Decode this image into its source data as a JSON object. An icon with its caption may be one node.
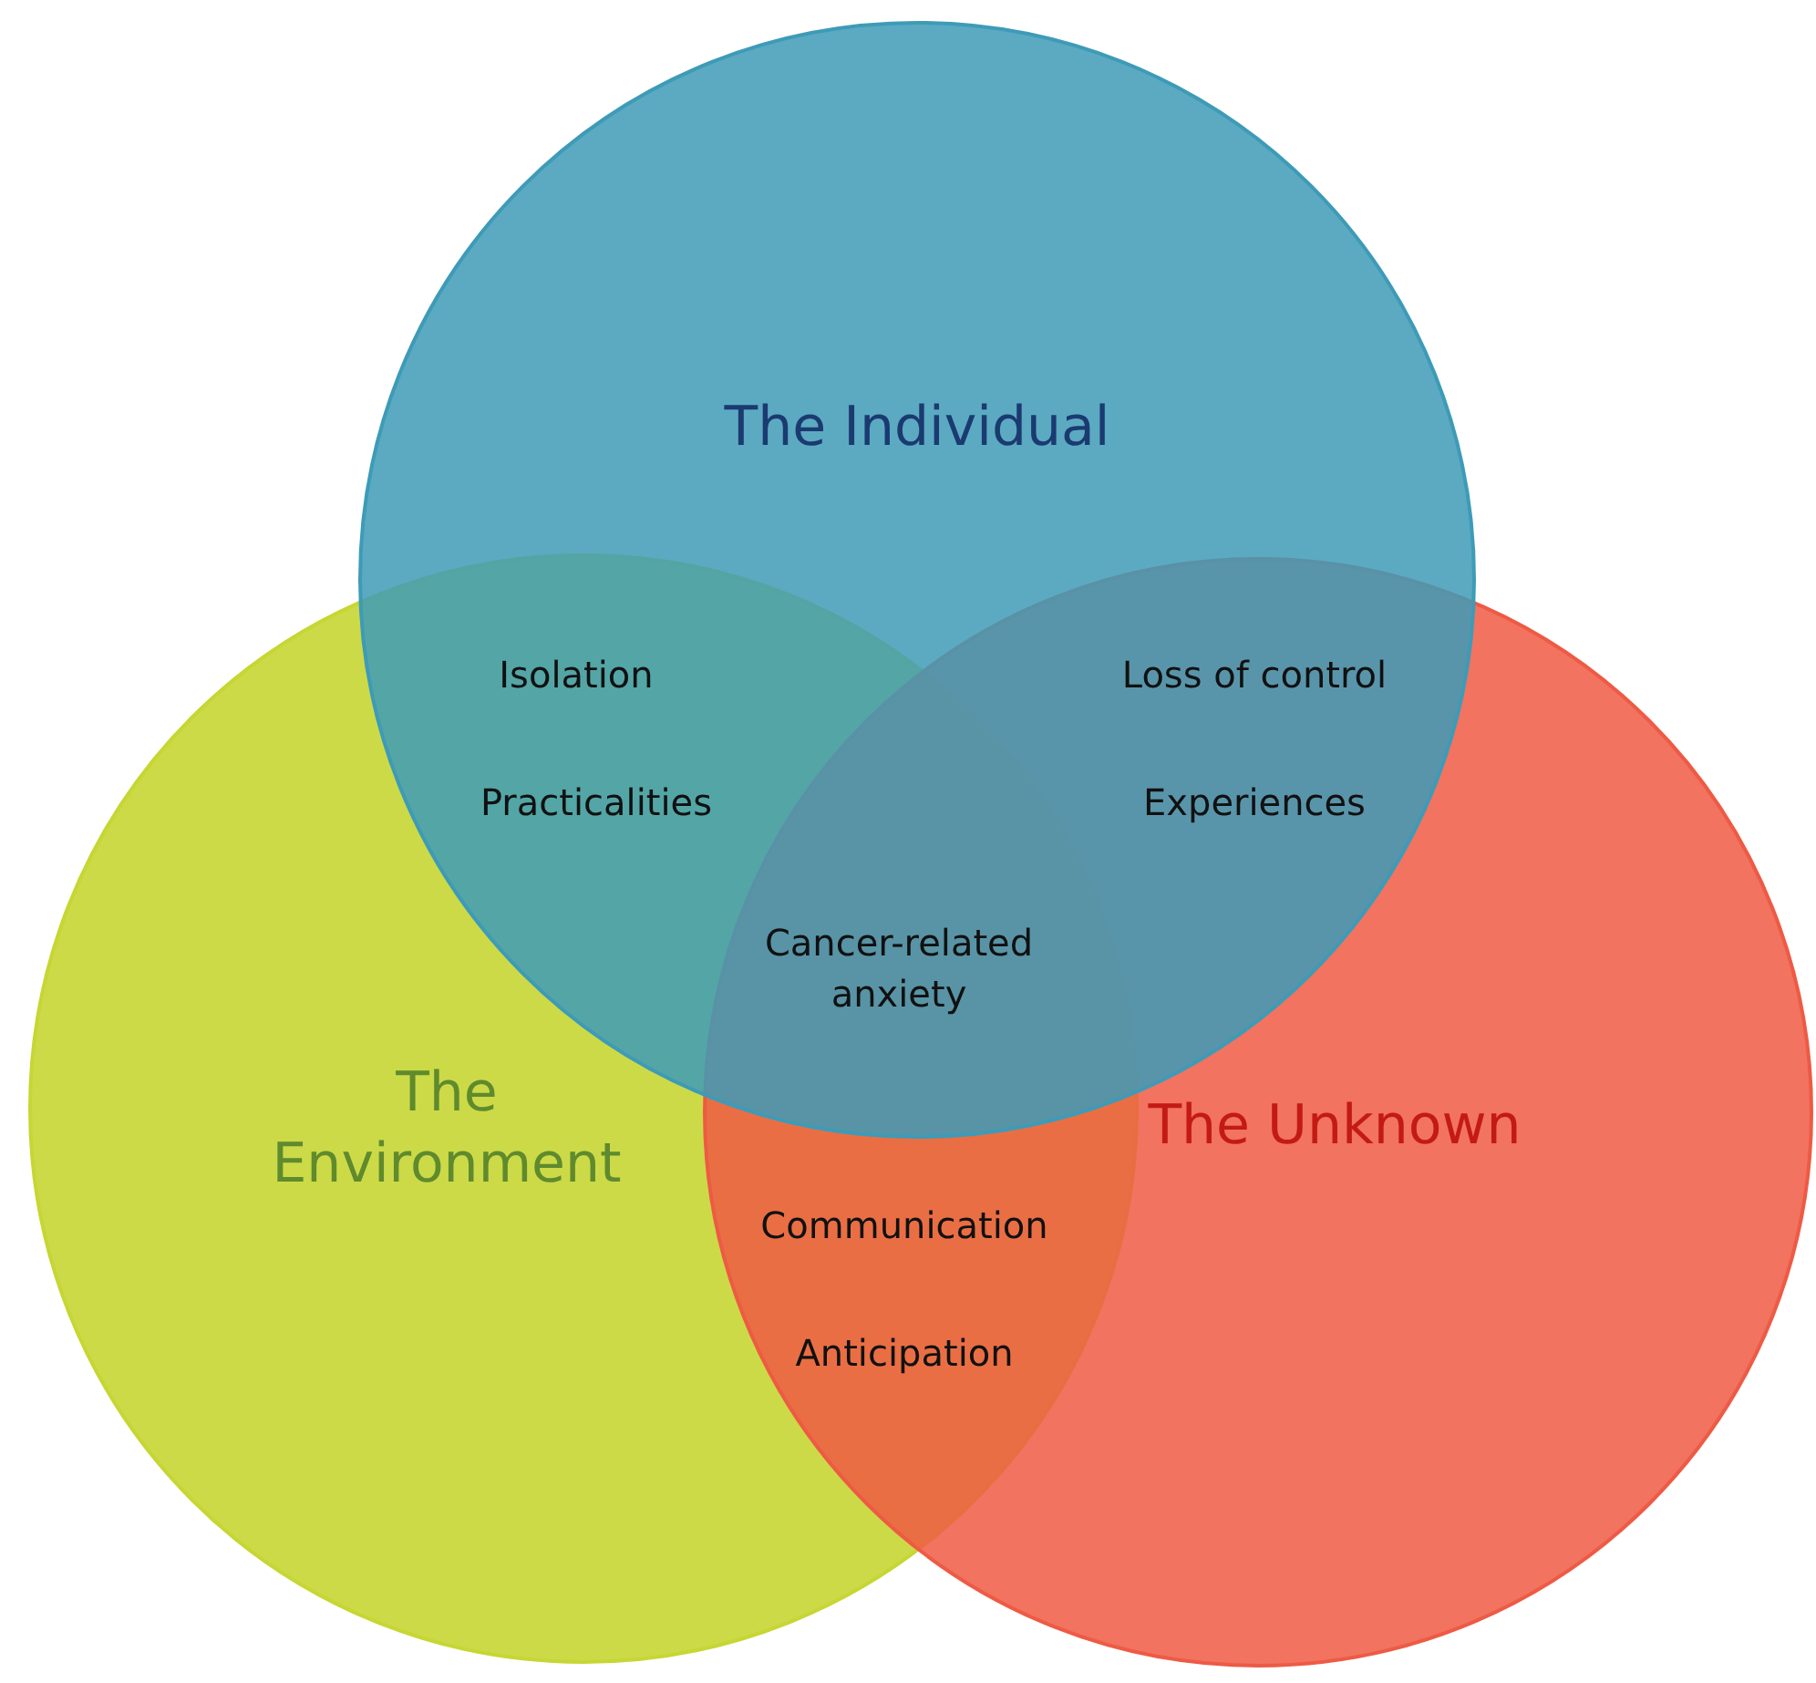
{
  "diagram": {
    "nodes": [
      {
        "text": [
          "The Individual"
        ]
      },
      {
        "text": [
          "The Environment"
        ]
      },
      {
        "text": [
          "The Unknown"
        ]
      }
    ],
    "labels": [
      "Isolation",
      "Loss of control",
      "Practicalities",
      "Experiences",
      "Cancer-related anxiety",
      "Communication",
      "Anticipation"
    ]
  }
}
